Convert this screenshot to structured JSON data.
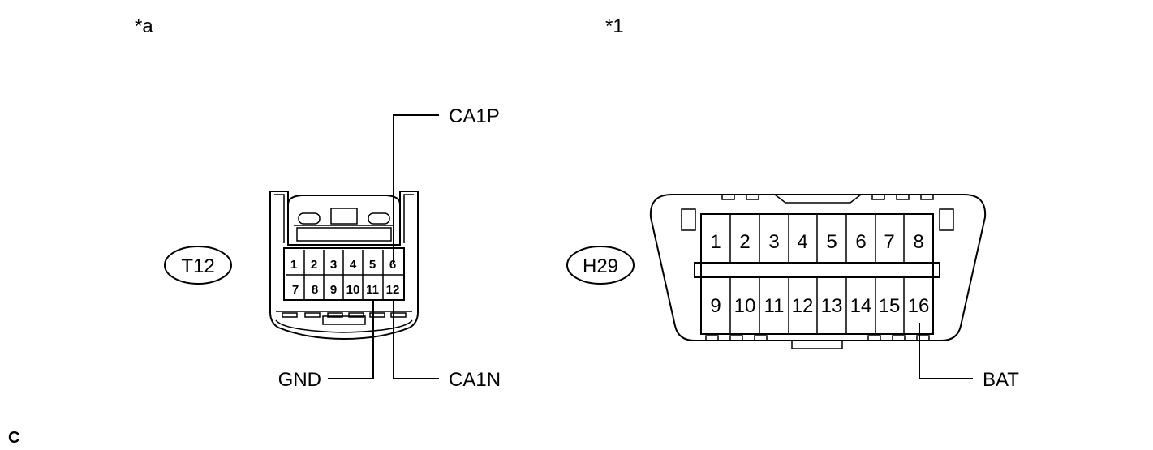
{
  "labels": {
    "left_marker": "*a",
    "right_marker": "*1",
    "footer_code": "C"
  },
  "left_connector": {
    "id": "T12",
    "pins_top": [
      "1",
      "2",
      "3",
      "4",
      "5",
      "6"
    ],
    "pins_bottom": [
      "7",
      "8",
      "9",
      "10",
      "11",
      "12"
    ],
    "signals": {
      "ca1p": "CA1P",
      "gnd": "GND",
      "ca1n": "CA1N"
    }
  },
  "right_connector": {
    "id": "H29",
    "pins_top": [
      "1",
      "2",
      "3",
      "4",
      "5",
      "6",
      "7",
      "8"
    ],
    "pins_bottom": [
      "9",
      "10",
      "11",
      "12",
      "13",
      "14",
      "15",
      "16"
    ],
    "signals": {
      "bat": "BAT"
    }
  }
}
